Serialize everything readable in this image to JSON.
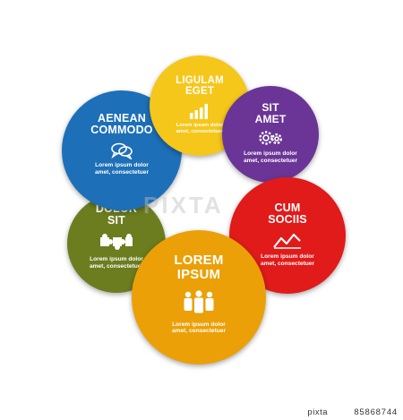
{
  "diagram": {
    "items": [
      {
        "key": "yellow",
        "title": "LIGULAM\nEGET",
        "text": "Lorem ipsum dolor\namet, consectetuer",
        "color": "#f6c71b",
        "icon": "bar-chart-icon"
      },
      {
        "key": "blue",
        "title": "AENEAN\nCOMMODO",
        "text": "Lorem ipsum dolor\namet, consectetuer",
        "color": "#1d6fb8",
        "icon": "speech-bubbles-icon"
      },
      {
        "key": "purple",
        "title": "SIT\nAMET",
        "text": "Lorem ipsum dolor\namet, consectetuer",
        "color": "#6a3596",
        "icon": "gears-icon"
      },
      {
        "key": "green",
        "title": "DOLOR\nSIT",
        "text": "Lorem ipsum dolor\namet, consectetuer",
        "color": "#6b7d1f",
        "icon": "puzzle-icon"
      },
      {
        "key": "red",
        "title": "CUM\nSOCIIS",
        "text": "Lorem ipsum dolor\namet, consectetuer",
        "color": "#e11a1a",
        "icon": "line-chart-icon"
      },
      {
        "key": "orange",
        "title": "LOREM\nIPSUM",
        "text": "Lorem ipsum dolor\namet, consectetuer",
        "color": "#eba007",
        "icon": "people-group-icon"
      }
    ]
  },
  "watermark": "PIXTA",
  "footer": {
    "brand": "pixta",
    "image_id": "85868744"
  }
}
